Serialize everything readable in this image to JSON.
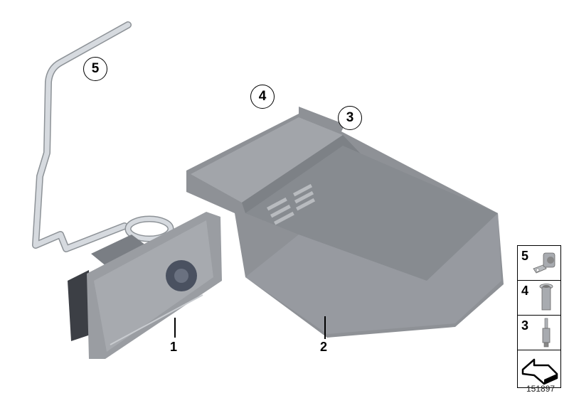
{
  "diagram": {
    "type": "exploded parts illustration",
    "callouts": [
      {
        "id": "5",
        "label": "5"
      },
      {
        "id": "4",
        "label": "4"
      },
      {
        "id": "3",
        "label": "3"
      }
    ],
    "part_labels": [
      {
        "id": "1",
        "label": "1"
      },
      {
        "id": "2",
        "label": "2"
      }
    ],
    "legend": [
      {
        "number": "5",
        "icon": "bracket-clip-icon"
      },
      {
        "number": "4",
        "icon": "sleeve-bushing-icon"
      },
      {
        "number": "3",
        "icon": "bolt-stud-icon"
      },
      {
        "number": "",
        "icon": "arrow-direction-icon"
      }
    ],
    "document_id": "151897",
    "colors": {
      "part_gray": "#8e9196",
      "part_dark": "#6f7378",
      "pipe": "#c9cdd2",
      "fan": "#4a5160",
      "outline": "#000000"
    }
  }
}
